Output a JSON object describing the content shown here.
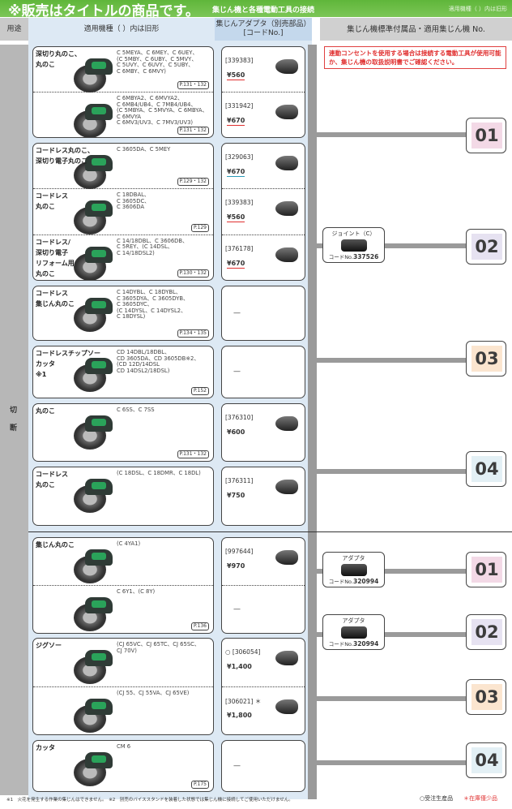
{
  "header": {
    "title": "※販売はタイトルの商品です。",
    "subtitle": "集じん機と各種電動工具の接続",
    "note_right": "適用機種（ ）内は旧形"
  },
  "columns": {
    "use": "用途",
    "machines": "適用機種（ ）内は旧形",
    "adapter": "集じんアダプタ（別売部品）\n[コードNo.]",
    "right": "集じん機標準付属品・適用集じん機 No."
  },
  "use_label": [
    "切",
    "断"
  ],
  "notice": "連動コンセントを使用する場合は接続する電動工具が使用可能か、集じん機の取扱説明書でご確認ください。",
  "colors": {
    "header_green": "#6bbd45",
    "price_red": "#e03030",
    "price_teal": "#2a9bb8",
    "num_01": "#f3d9e6",
    "num_02": "#e6e2f1",
    "num_03": "#fbe5cf",
    "num_04": "#e3f0f5"
  },
  "boxes": [
    {
      "sections": [
        {
          "name": "深切り丸のこ、\n丸のこ",
          "models": "C 5MEYA、C 6MEY、C 6UEY、\n(C 5MBY、C 6UBY、C 5MVY、\nC 5UVY、C 6UVY、C 5UBY、\nC 6MBY、C 6MVY)",
          "page": "P.131・132"
        },
        {
          "name": "",
          "models": "C 6MBYA2、C 6MVYA2、\nC 6MB4/UB4、C 7MB4/UB4、\n(C 5MBYA、C 5MVYA、C 6MBYA、\nC 6MVYA\nC 6MV3/UV3、C 7MV3/UV3)",
          "page": "P.131・132"
        }
      ],
      "adapters": [
        {
          "code": "[339383]",
          "price": "¥560",
          "underline": "#e03030"
        },
        {
          "code": "[331942]",
          "price": "¥670",
          "underline": "#e03030"
        }
      ]
    },
    {
      "sections": [
        {
          "name": "コードレス丸のこ、\n深切り電子丸のこ",
          "models": "C 3605DA、C 5MEY",
          "page": "P.129・132"
        },
        {
          "name": "コードレス\n丸のこ",
          "models": "C 18DBAL、\nC 3605DC、\nC 3606DA",
          "page": "P.129"
        },
        {
          "name": "コードレス/\n深切り電子\nリフォーム用\n丸のこ",
          "models": "C 14/18DBL、C 3606DB、\nC 5REY、(C 14DSL、\nC 14/18DSL2)",
          "page": "P.130・132"
        }
      ],
      "adapters": [
        {
          "code": "[329063]",
          "price": "¥670",
          "underline": "#2a9bb8"
        },
        {
          "code": "[339383]",
          "price": "¥560",
          "underline": "#e03030"
        },
        {
          "code": "[376178]",
          "price": "¥670",
          "underline": "#e03030"
        }
      ]
    },
    {
      "sections": [
        {
          "name": "コードレス\n集じん丸のこ",
          "models": "C 14DYBL、C 18DYBL、\nC 3605DYA、C 3605DYB、\nC 3605DYC、\n(C 14DYSL、C 14DYSL2、\nC 18DYSL)",
          "page": "P.134・135"
        }
      ],
      "adapters": [
        {
          "dash": "—"
        }
      ]
    },
    {
      "sections": [
        {
          "name": "コードレスチップソー\nカッタ\n※1",
          "models": "CD 14DBL/18DBL、\nCD 3605DA、CD 3605DB※2、\n(CD 12D/14DSL\nCD 14DSL2/18DSL)",
          "page": "P.152"
        }
      ],
      "adapters": [
        {
          "dash": "—"
        }
      ]
    },
    {
      "sections": [
        {
          "name": "丸のこ",
          "models": "C 6SS、C 7SS",
          "page": "P.131・132"
        }
      ],
      "adapters": [
        {
          "code": "[376310]",
          "price": "¥600"
        }
      ]
    },
    {
      "sections": [
        {
          "name": "コードレス\n丸のこ",
          "models": "(C 18DSL、C 18DMR、C 18DL)"
        }
      ],
      "adapters": [
        {
          "code": "[376311]",
          "price": "¥750"
        }
      ]
    },
    {
      "sections": [
        {
          "name": "集じん丸のこ",
          "models": "(C 4YA1)"
        },
        {
          "name": "",
          "models": "C 6Y1、(C 8Y)",
          "page": "P.136"
        }
      ],
      "adapters": [
        {
          "code": "[997644]",
          "price": "¥970"
        },
        {
          "dash": "—"
        }
      ]
    },
    {
      "sections": [
        {
          "name": "ジグソー",
          "models": "(CJ 65VC、CJ 65TC、CJ 65SC、\nCJ 70V)"
        },
        {
          "name": "",
          "models": "(CJ 55、CJ 55VA、CJ 65VE)"
        }
      ],
      "adapters": [
        {
          "code": "○ [306054]",
          "price": "¥1,400"
        },
        {
          "code": "[306021] ＊",
          "price": "¥1,800"
        }
      ]
    },
    {
      "sections": [
        {
          "name": "カッタ",
          "models": "CM 6",
          "page": "P.175"
        }
      ],
      "adapters": [
        {
          "dash": "—"
        }
      ]
    }
  ],
  "numbers": [
    [
      "01",
      "02",
      "03",
      "04"
    ],
    [
      "01",
      "02",
      "03",
      "04"
    ]
  ],
  "accessories": [
    {
      "label": "ジョイント（C）",
      "code_prefix": "コードNo.",
      "code": "337526"
    },
    {
      "label": "アダプタ",
      "code_prefix": "コードNo.",
      "code": "320994"
    },
    {
      "label": "アダプタ",
      "code_prefix": "コードNo.",
      "code": "320994"
    }
  ],
  "footnotes": {
    "note1": "※1　火花を発生する作業の集じんはできません。　※2　別売のバイススタンドを装着した状態では集じん機に接続してご使用いただけません。",
    "made_to_order": "○受注生産品",
    "low_stock": "＊在庫僅少品"
  }
}
